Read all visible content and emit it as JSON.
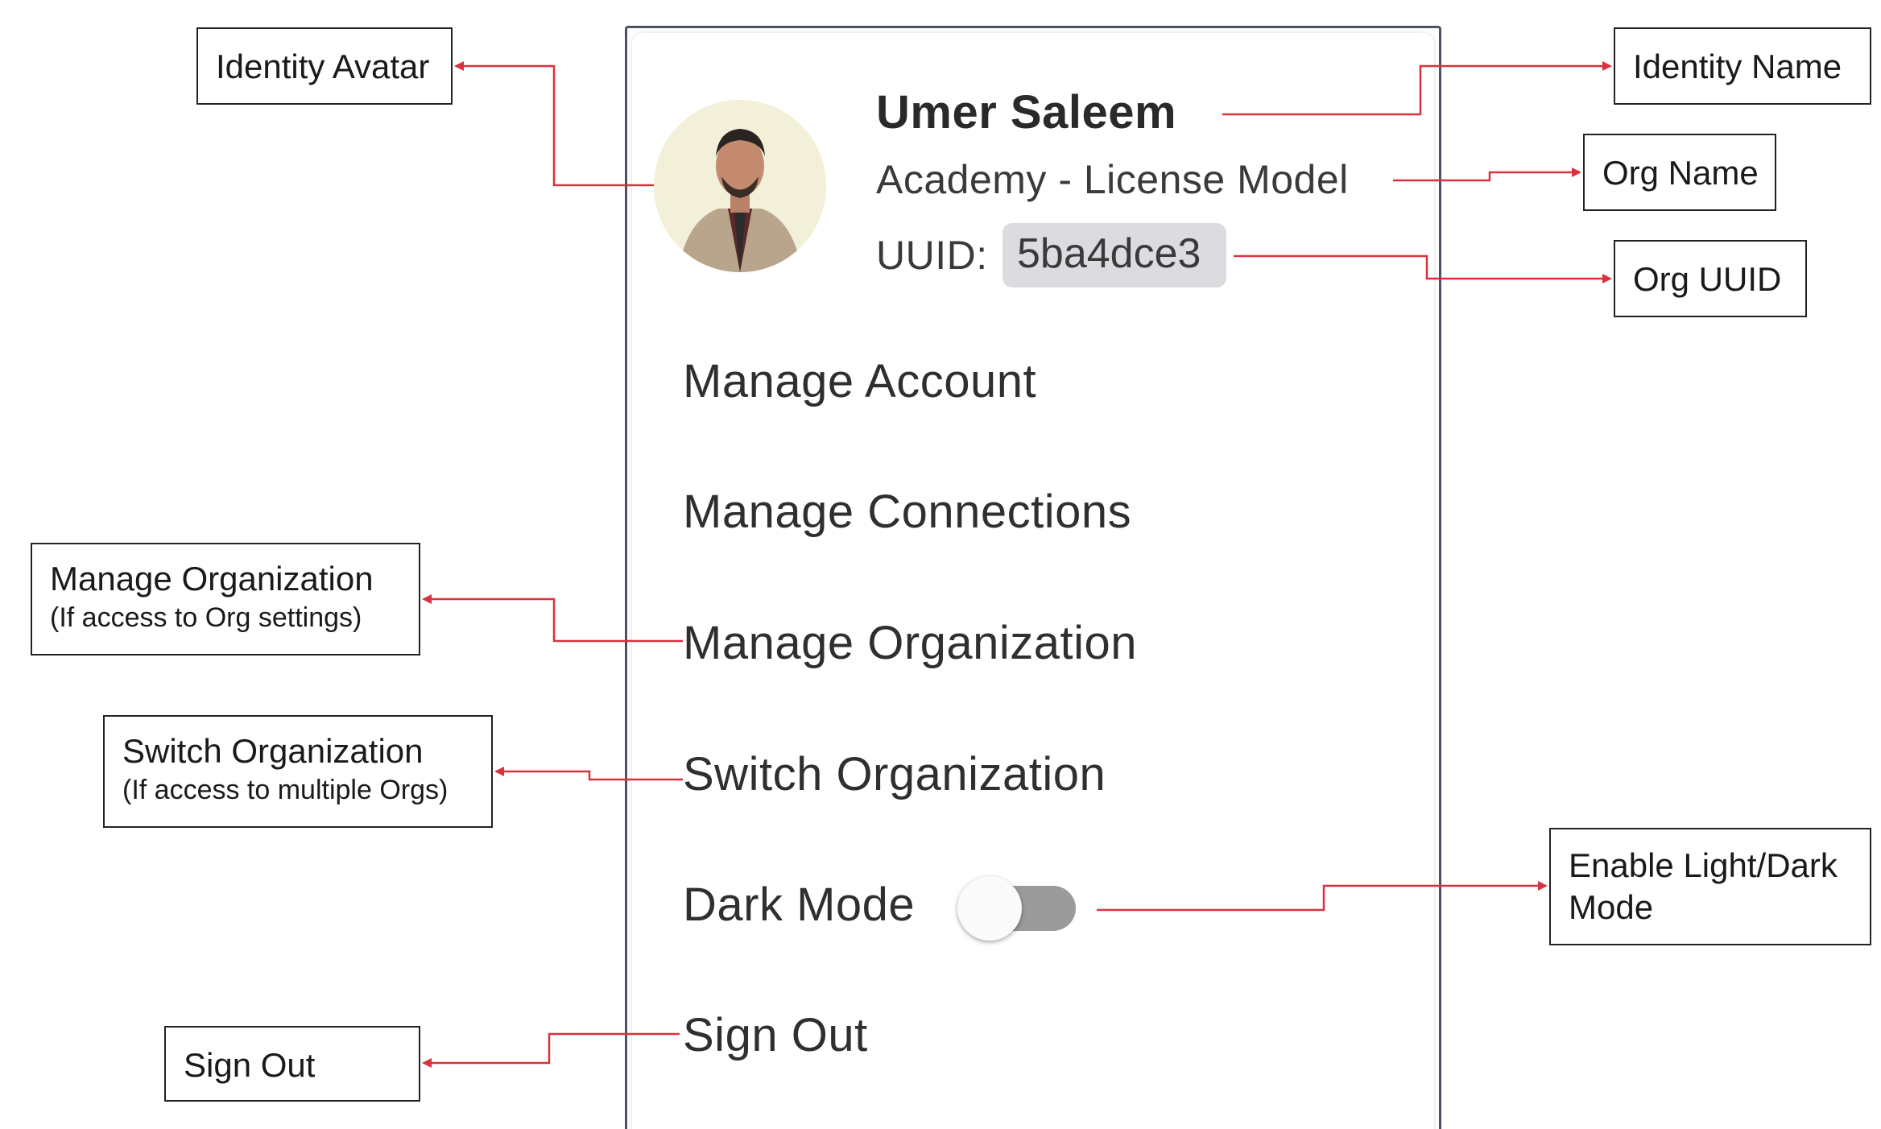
{
  "menu": {
    "identity_name": "Umer Saleem",
    "org_name": "Academy - License Model",
    "uuid_label": "UUID:",
    "uuid_value": "5ba4dce3",
    "manage_account": "Manage Account",
    "manage_connections": "Manage Connections",
    "manage_organization": "Manage Organization",
    "switch_organization": "Switch Organization",
    "dark_mode": "Dark Mode",
    "dark_mode_enabled": false,
    "sign_out": "Sign Out"
  },
  "annotations": {
    "identity_avatar": "Identity Avatar",
    "identity_name": "Identity Name",
    "org_name": "Org Name",
    "org_uuid": "Org UUID",
    "manage_org_title": "Manage Organization",
    "manage_org_note": "(If access to Org settings)",
    "switch_org_title": "Switch Organization",
    "switch_org_note": "(If access to multiple Orgs)",
    "light_dark_line1": "Enable Light/Dark",
    "light_dark_line2": "Mode",
    "sign_out": "Sign Out"
  },
  "colors": {
    "arrow": "#d9323e",
    "toggle_track": "#9b9b9b",
    "uuid_chip": "#dcdce0"
  }
}
